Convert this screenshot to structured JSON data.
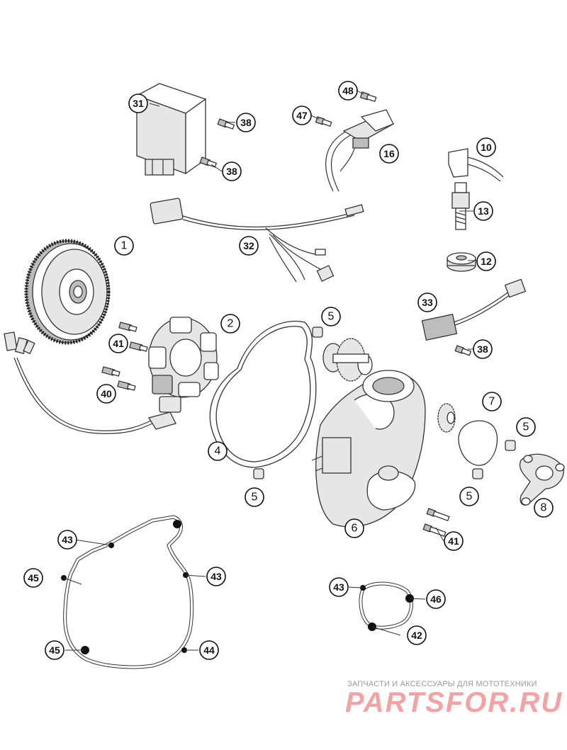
{
  "diagram": {
    "callouts": [
      {
        "id": "1",
        "label": "1"
      },
      {
        "id": "2",
        "label": "2"
      },
      {
        "id": "4",
        "label": "4"
      },
      {
        "id": "5a",
        "label": "5"
      },
      {
        "id": "5b",
        "label": "5"
      },
      {
        "id": "5c",
        "label": "5"
      },
      {
        "id": "5d",
        "label": "5"
      },
      {
        "id": "6",
        "label": "6"
      },
      {
        "id": "7",
        "label": "7"
      },
      {
        "id": "8",
        "label": "8"
      },
      {
        "id": "10",
        "label": "10"
      },
      {
        "id": "12",
        "label": "12"
      },
      {
        "id": "13",
        "label": "13"
      },
      {
        "id": "16",
        "label": "16"
      },
      {
        "id": "31",
        "label": "31"
      },
      {
        "id": "32",
        "label": "32"
      },
      {
        "id": "33",
        "label": "33"
      },
      {
        "id": "38a",
        "label": "38"
      },
      {
        "id": "38b",
        "label": "38"
      },
      {
        "id": "38c",
        "label": "38"
      },
      {
        "id": "40",
        "label": "40"
      },
      {
        "id": "41a",
        "label": "41"
      },
      {
        "id": "41b",
        "label": "41"
      },
      {
        "id": "42",
        "label": "42"
      },
      {
        "id": "43a",
        "label": "43"
      },
      {
        "id": "43b",
        "label": "43"
      },
      {
        "id": "43c",
        "label": "43"
      },
      {
        "id": "44",
        "label": "44"
      },
      {
        "id": "45a",
        "label": "45"
      },
      {
        "id": "45b",
        "label": "45"
      },
      {
        "id": "46",
        "label": "46"
      },
      {
        "id": "47",
        "label": "47"
      },
      {
        "id": "48",
        "label": "48"
      }
    ]
  },
  "watermark": {
    "subtitle": "ЗАПЧАСТИ И АКСЕССУАРЫ ДЛЯ МОТОТЕХНИКИ",
    "logo": "PARTSFOR.RU"
  }
}
